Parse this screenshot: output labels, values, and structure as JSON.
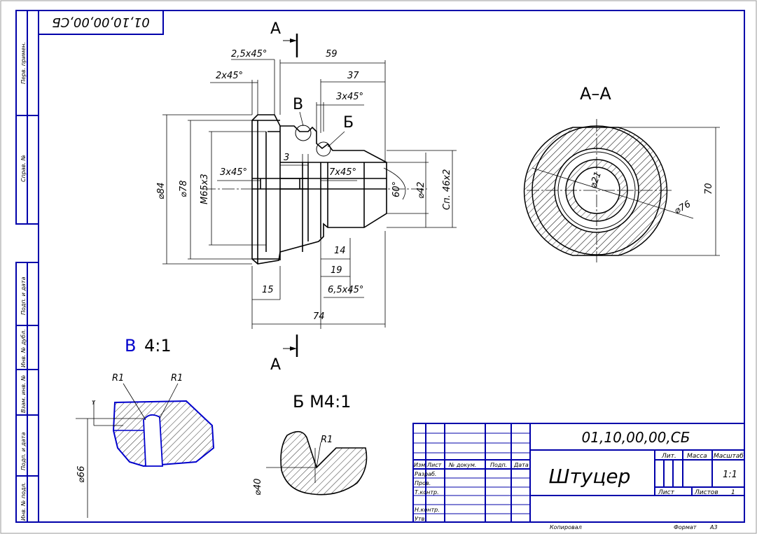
{
  "drawing": {
    "stamp_top": "01,10,00,00,СБ",
    "side_labels": [
      "Перв. примен.",
      "Справ. №",
      "Подп. и дата",
      "Инв. № дубл.",
      "Взам. инв. №",
      "Подп. и дата",
      "Инв. № подл."
    ],
    "section_letter": "А",
    "section_title": "А–А",
    "view_b_title": "В 4:1",
    "view_b_letter": "В",
    "view_b_scale": "4:1",
    "view_v_title": "Б М4:1",
    "callout_b": "В",
    "callout_v": "Б",
    "dims": {
      "d_2_5x45": "2,5х45°",
      "d_59": "59",
      "d_37": "37",
      "d_2x45": "2х45°",
      "d_3x45_top": "3х45°",
      "d_3x45_left": "3х45°",
      "d_3": "3",
      "d_7x45": "7х45°",
      "d_84": "⌀84",
      "d_78": "⌀78",
      "d_m65": "М65х3",
      "d_60": "60°",
      "d_42": "⌀42",
      "d_sp46": "Сп. 46х2",
      "d_14": "14",
      "d_19": "19",
      "d_15": "15",
      "d_6_5x45": "6,5х45°",
      "d_74": "74",
      "d_21": "⌀21",
      "d_70": "70",
      "d_76": "⌀76",
      "d_r1a": "R1",
      "d_r1b": "R1",
      "d_66": "⌀66",
      "d_y": "Y",
      "d_r1c": "R1",
      "d_40": "⌀40"
    },
    "title_block": {
      "designation": "01,10,00,00,СБ",
      "name": "Штуцер",
      "lit": "Лит.",
      "mass": "Масса",
      "scale_label": "Масштаб",
      "scale_value": "1:1",
      "sheet": "Лист",
      "sheets": "Листов",
      "sheets_value": "1",
      "col_izm": "Изм.",
      "col_list": "Лист",
      "col_doc": "№ докум.",
      "col_sign": "Подп.",
      "col_date": "Дата",
      "row_razrab": "Разраб.",
      "row_prov": "Пров.",
      "row_tkontr": "Т.контр.",
      "row_nkontr": "Н.контр.",
      "row_utv": "Утв.",
      "copied": "Копировал",
      "format_label": "Формат",
      "format_value": "А3"
    }
  }
}
